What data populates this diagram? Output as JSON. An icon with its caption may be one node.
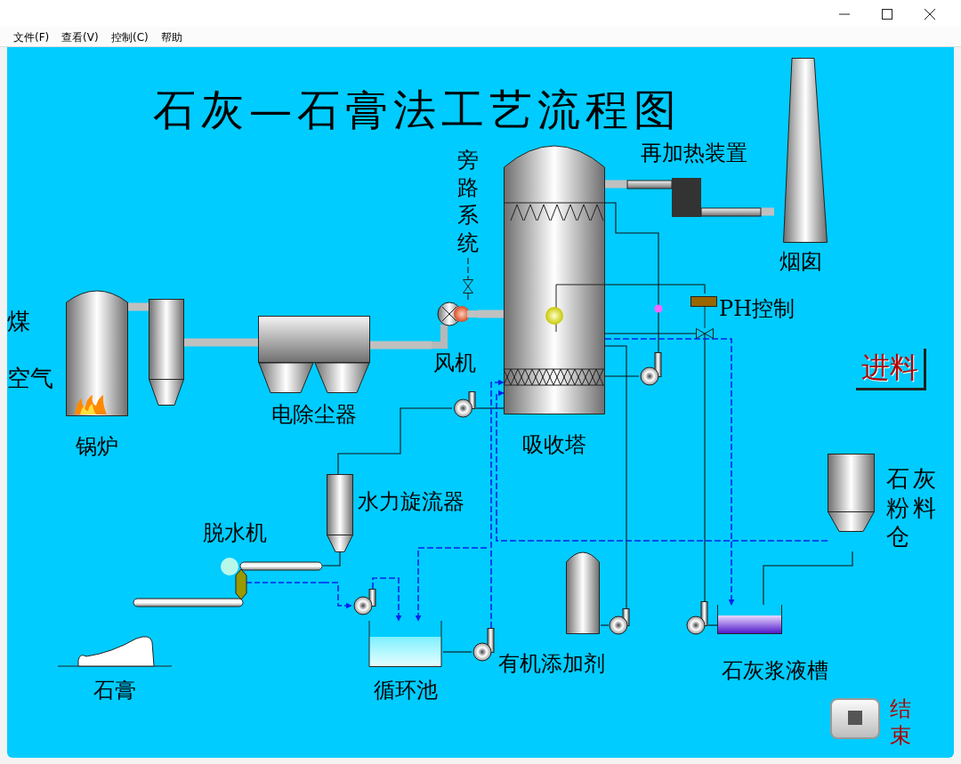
{
  "diagram": {
    "title": "石灰—石膏法工艺流程图",
    "nodes": [
      {
        "text": [
          "锅炉"
        ]
      },
      {
        "text": [],
        "shape": "cylinder"
      },
      {
        "text": [
          "电除尘器"
        ]
      },
      {
        "text": [
          "风机"
        ]
      },
      {
        "text": [
          "旁路系统"
        ]
      },
      {
        "text": [
          "吸收塔"
        ]
      },
      {
        "text": [
          "再加热装置"
        ]
      },
      {
        "text": [
          "烟囱"
        ]
      },
      {
        "text": [
          "PH控制"
        ]
      },
      {
        "text": [
          "水力旋流器"
        ]
      },
      {
        "text": [
          "脱水机"
        ]
      },
      {
        "text": [
          "石膏"
        ]
      },
      {
        "text": [
          "循环池"
        ]
      },
      {
        "text": [
          "有机添加剂"
        ]
      },
      {
        "text": [
          "石灰浆液槽"
        ]
      },
      {
        "text": [
          "石灰粉料仓"
        ]
      },
      {
        "text": [],
        "shape": "pump"
      },
      {
        "text": [],
        "shape": "pump"
      },
      {
        "text": [],
        "shape": "pump"
      },
      {
        "text": [],
        "shape": "pump"
      },
      {
        "text": [],
        "shape": "pump"
      },
      {
        "text": [],
        "shape": "pump"
      }
    ],
    "edges": [
      {
        "from": 0,
        "to": 1,
        "arrow": "none",
        "style": "thick",
        "color": "#c0c0c0"
      },
      {
        "from": 1,
        "to": 2,
        "arrow": "none",
        "style": "thick",
        "color": "#c0c0c0"
      },
      {
        "from": 2,
        "to": 3,
        "arrow": "none",
        "style": "thick",
        "color": "#c0c0c0"
      },
      {
        "from": 3,
        "to": 5,
        "arrow": "none",
        "style": "thick",
        "color": "#c0c0c0"
      },
      {
        "from": 4,
        "to": 3,
        "arrow": "none",
        "style": "dashed"
      },
      {
        "from": 5,
        "to": 6,
        "arrow": "none",
        "style": "thick",
        "color": "#c0c0c0"
      },
      {
        "from": 6,
        "to": 7,
        "arrow": "none",
        "style": "thick",
        "color": "#c0c0c0"
      },
      {
        "from": 5,
        "to": 17,
        "arrow": "none"
      },
      {
        "from": 17,
        "to": 9,
        "arrow": "none"
      },
      {
        "from": 5,
        "to": 20,
        "arrow": "none"
      },
      {
        "from": 20,
        "to": 5,
        "arrow": "none"
      },
      {
        "from": 8,
        "to": 5,
        "arrow": "none"
      },
      {
        "from": 9,
        "to": 10,
        "arrow": "none"
      },
      {
        "from": 9,
        "to": 12,
        "arrow": "to",
        "style": "dashed",
        "color": "#0022ee"
      },
      {
        "from": 10,
        "to": 16,
        "arrow": "to",
        "style": "dashed",
        "color": "#0022ee"
      },
      {
        "from": 16,
        "to": 12,
        "arrow": "to",
        "style": "dashed",
        "color": "#0022ee"
      },
      {
        "from": 12,
        "to": 18,
        "arrow": "none"
      },
      {
        "from": 18,
        "to": 5,
        "arrow": "to",
        "style": "dashed",
        "color": "#0022ee"
      },
      {
        "from": 13,
        "to": 19,
        "arrow": "none"
      },
      {
        "from": 19,
        "to": 5,
        "arrow": "none"
      },
      {
        "from": 14,
        "to": 21,
        "arrow": "none"
      },
      {
        "from": 21,
        "to": 5,
        "arrow": "none"
      },
      {
        "from": 15,
        "to": 14,
        "arrow": "none"
      },
      {
        "from": 15,
        "to": 5,
        "arrow": "to",
        "style": "dashed",
        "color": "#0022ee"
      },
      {
        "from": 5,
        "to": 14,
        "arrow": "to",
        "style": "dashed",
        "color": "#0022ee"
      }
    ],
    "labels": [
      "文件(F)",
      "查看(V)",
      "控制(C)",
      "帮助",
      "煤",
      "空气",
      "进料",
      "结束"
    ]
  }
}
